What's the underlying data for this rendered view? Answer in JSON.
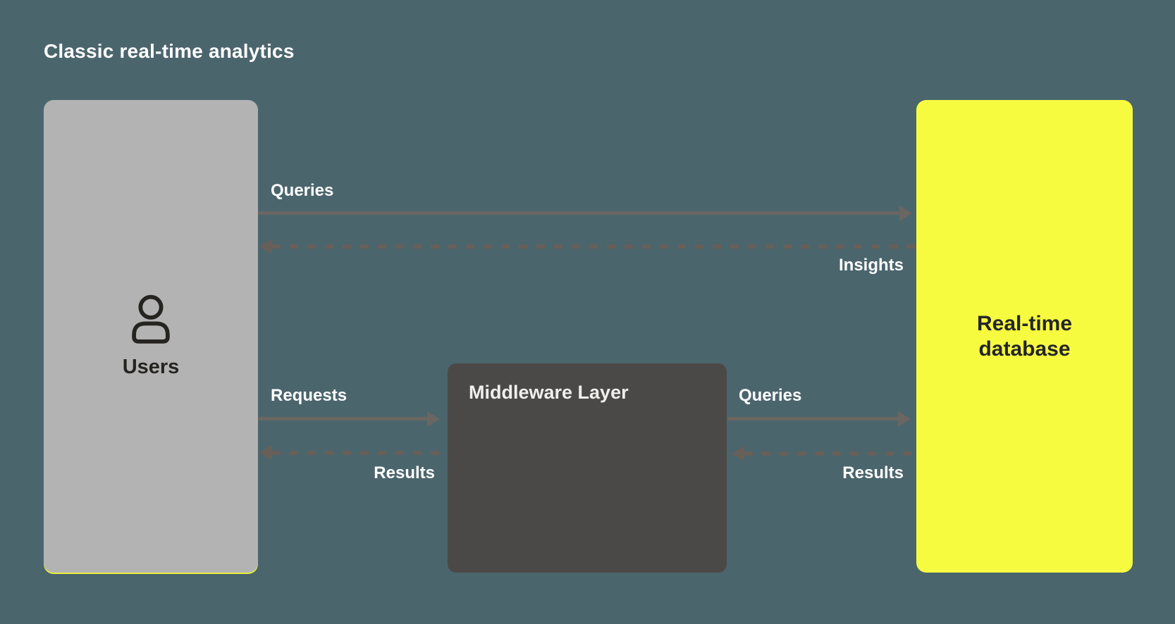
{
  "title": "Classic real-time analytics",
  "nodes": {
    "users": {
      "label": "Users",
      "icon": "person-icon",
      "color": "#b3b3b3"
    },
    "middleware": {
      "label": "Middleware Layer",
      "color": "#4b4948"
    },
    "database": {
      "label": "Real-time database",
      "color": "#f7fb40"
    }
  },
  "edges": {
    "users_to_db": {
      "label": "Queries",
      "style": "solid",
      "direction": "right"
    },
    "db_to_users": {
      "label": "Insights",
      "style": "dashed",
      "direction": "left"
    },
    "users_to_middleware": {
      "label": "Requests",
      "style": "solid",
      "direction": "right"
    },
    "middleware_to_users": {
      "label": "Results",
      "style": "dashed",
      "direction": "left"
    },
    "middleware_to_db": {
      "label": "Queries",
      "style": "solid",
      "direction": "right"
    },
    "db_to_middleware": {
      "label": "Results",
      "style": "dashed",
      "direction": "left"
    }
  },
  "colors": {
    "background": "#4b656d",
    "arrow_solid": "#6a6661",
    "arrow_dashed": "#675f58",
    "label_text": "#ffffff",
    "users_box": "#b3b3b3",
    "users_text": "#262421",
    "middleware_box": "#4b4948",
    "middleware_text": "#f1eeeb",
    "database_box": "#f7fb40",
    "database_text": "#25252a",
    "users_underline": "#e9ef3d"
  }
}
